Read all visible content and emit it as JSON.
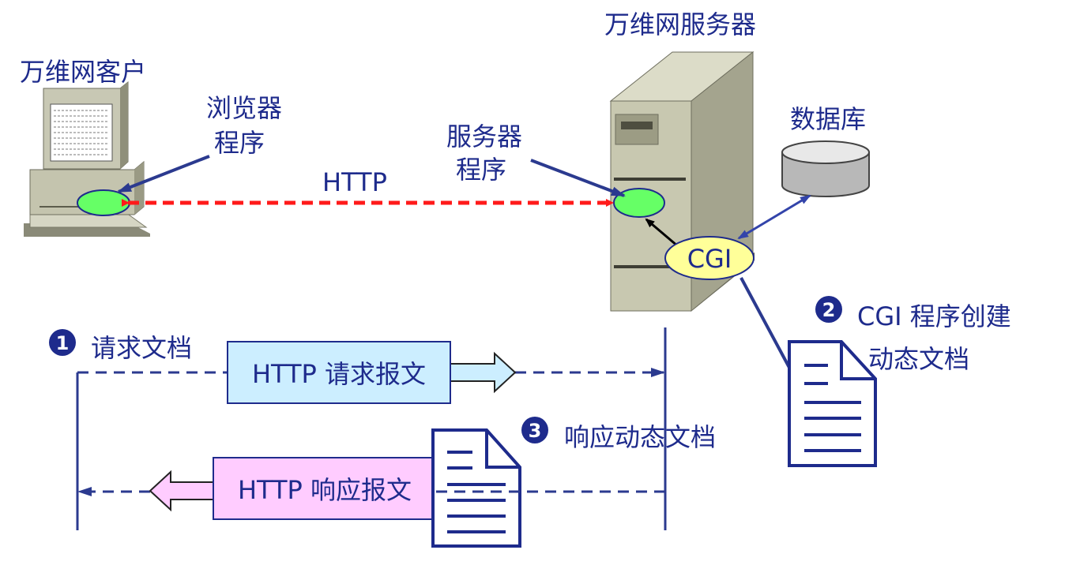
{
  "client": {
    "title": "万维网客户",
    "browser_line1": "浏览器",
    "browser_line2": "程序"
  },
  "server": {
    "title": "万维网服务器",
    "program_line1": "服务器",
    "program_line2": "程序",
    "cgi": "CGI"
  },
  "database": {
    "label": "数据库"
  },
  "protocol": {
    "label": "HTTP"
  },
  "steps": {
    "step1": {
      "number": "1",
      "text": "请求文档"
    },
    "step2": {
      "number": "2",
      "text_line1": "CGI 程序创建",
      "text_line2": "动态文档"
    },
    "step3": {
      "number": "3",
      "text": "响应动态文档"
    }
  },
  "messages": {
    "request": "HTTP 请求报文",
    "response": "HTTP 响应报文"
  },
  "colors": {
    "text": "#1e2b8c",
    "http_arrow": "#ff1a1a",
    "endpoint": "#66ff66",
    "cgi_fill": "#ffff99",
    "request_box": "#cceeff",
    "response_box": "#ffccff",
    "computer": "#c8c8b4",
    "tower": "#c8c8b0"
  }
}
